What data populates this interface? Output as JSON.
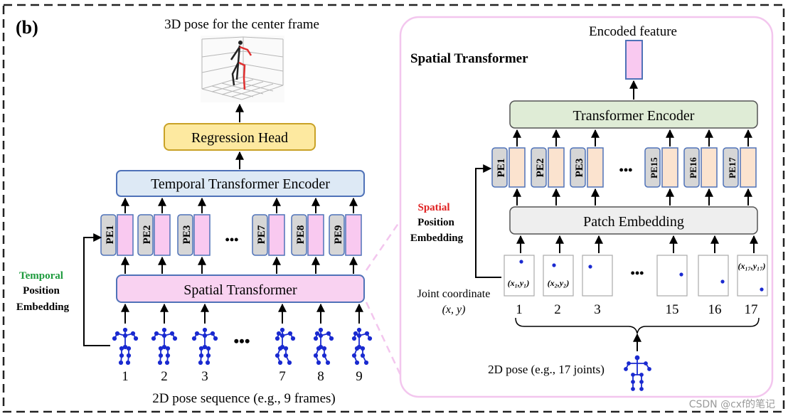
{
  "panel_label": "(b)",
  "left": {
    "output_label": "3D pose for the center frame",
    "regression_head": "Regression Head",
    "temporal_encoder": "Temporal Transformer Encoder",
    "spatial_transformer": "Spatial Transformer",
    "pe_labels": [
      "PE1",
      "PE2",
      "PE3",
      "PE7",
      "PE8",
      "PE9"
    ],
    "ellipsis": "•••",
    "frame_numbers": [
      "1",
      "2",
      "3",
      "7",
      "8",
      "9"
    ],
    "sequence_caption": "2D pose sequence (e.g., 9 frames)",
    "temporal_pe": {
      "line1": "Temporal",
      "line2": "Position",
      "line3": "Embedding"
    }
  },
  "right": {
    "title": "Spatial Transformer",
    "encoded_feature": "Encoded feature",
    "transformer_encoder": "Transformer Encoder",
    "patch_embedding": "Patch Embedding",
    "pe_labels": [
      "PE1",
      "PE2",
      "PE3",
      "PE15",
      "PE16",
      "PE17"
    ],
    "ellipsis": "•••",
    "joint_numbers": [
      "1",
      "2",
      "3",
      "15",
      "16",
      "17"
    ],
    "coord_labels": [
      "(x₁,y₁)",
      "(x₂,y₂)",
      "(x₁₇,y₁₇)"
    ],
    "joint_coordinate": {
      "line1": "Joint coordinate",
      "line2": "(x, y)"
    },
    "spatial_pe": {
      "line1": "Spatial",
      "line2": "Position",
      "line3": "Embedding"
    },
    "pose_caption": "2D pose (e.g., 17 joints)"
  },
  "watermark": "CSDN @cxf的笔记",
  "colors": {
    "regression_fill": "#fde9a0",
    "regression_stroke": "#c9a227",
    "temporal_fill": "#dde9f5",
    "spatial_fill": "#f9d2f1",
    "pe_fill": "#d6d6d6",
    "pe_stroke": "#4f72b8",
    "token_fill": "#f9c9f0",
    "right_token_fill": "#fbe3cf",
    "encoder_fill": "#dfecd6",
    "patch_fill": "#eeeeee",
    "temporal_green": "#1c9a3c",
    "spatial_red": "#e02020",
    "panel_border": "#f3c6ee",
    "skeleton": "#1a2ad0"
  }
}
